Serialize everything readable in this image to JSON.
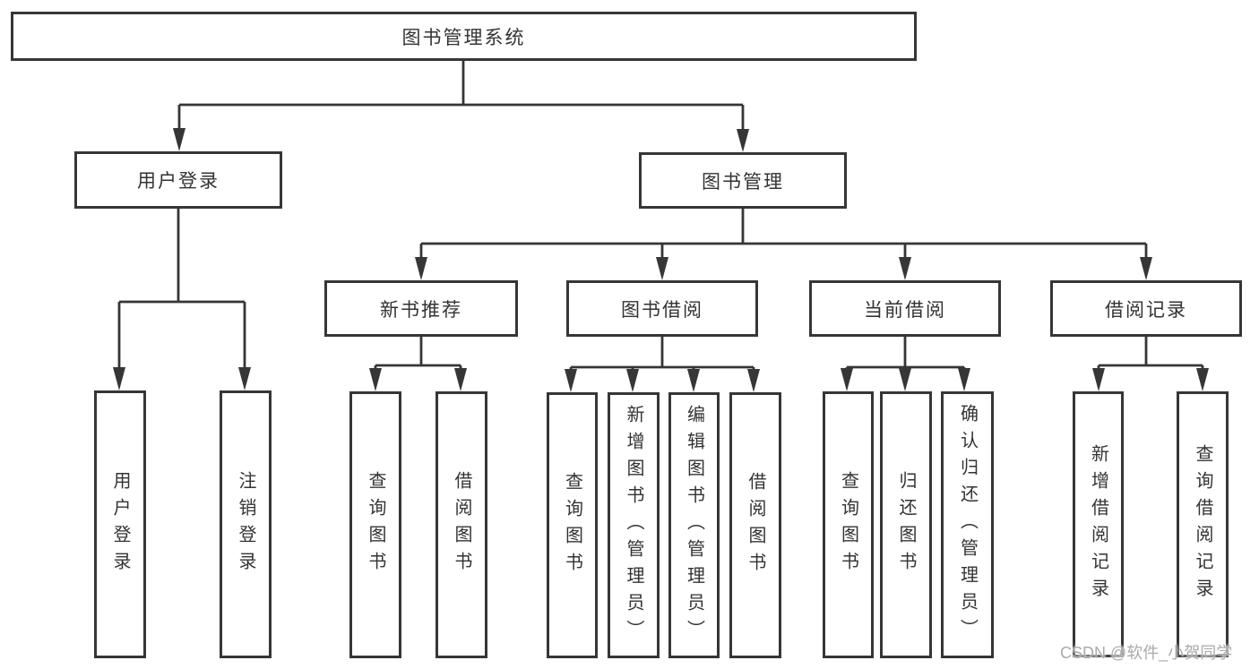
{
  "diagram": {
    "root": {
      "label": "图书管理系统"
    },
    "branches": [
      {
        "label": "用户登录",
        "children": [
          {
            "label": "用户登录"
          },
          {
            "label": "注销登录"
          }
        ]
      },
      {
        "label": "图书管理",
        "children": [
          {
            "label": "新书推荐",
            "children": [
              {
                "label": "查询图书"
              },
              {
                "label": "借阅图书"
              }
            ]
          },
          {
            "label": "图书借阅",
            "children": [
              {
                "label": "查询图书"
              },
              {
                "label": "新增图书（管理员）"
              },
              {
                "label": "编辑图书（管理员）"
              },
              {
                "label": "借阅图书"
              }
            ]
          },
          {
            "label": "当前借阅",
            "children": [
              {
                "label": "查询图书"
              },
              {
                "label": "归还图书"
              },
              {
                "label": "确认归还（管理员）"
              }
            ]
          },
          {
            "label": "借阅记录",
            "children": [
              {
                "label": "新增借阅记录"
              },
              {
                "label": "查询借阅记录"
              }
            ]
          }
        ]
      }
    ]
  },
  "watermark": {
    "text": "CSDN @软件_小贺同学"
  },
  "colors": {
    "line": "#363636",
    "text": "#333333",
    "background": "#ffffff",
    "watermark": "#aaaaaa"
  }
}
